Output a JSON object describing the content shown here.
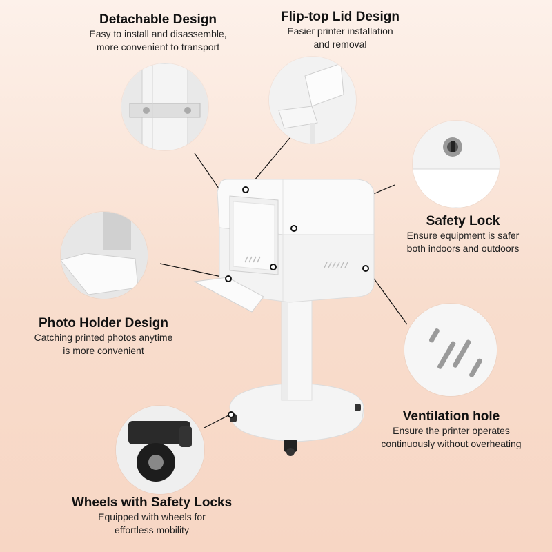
{
  "features": {
    "detachable": {
      "title": "Detachable Design",
      "desc_line1": "Easy to install and disassemble,",
      "desc_line2": "more convenient to transport"
    },
    "fliptop": {
      "title": "Flip-top Lid Design",
      "desc_line1": "Easier printer installation",
      "desc_line2": "and removal"
    },
    "safety_lock": {
      "title": "Safety Lock",
      "desc_line1": "Ensure equipment is safer",
      "desc_line2": "both indoors and outdoors"
    },
    "photo_holder": {
      "title": "Photo Holder Design",
      "desc_line1": "Catching printed photos anytime",
      "desc_line2": "is more convenient"
    },
    "ventilation": {
      "title": "Ventilation hole",
      "desc_line1": "Ensure the printer operates",
      "desc_line2": "continuously without overheating"
    },
    "wheels": {
      "title": "Wheels with Safety Locks",
      "desc_line1": "Equipped with wheels for",
      "desc_line2": "effortless mobility"
    }
  },
  "colors": {
    "background_top": "#fdf1ea",
    "background_bottom": "#f7d6c4",
    "product_white": "#f6f6f6",
    "marker": "#111111"
  },
  "icons": [
    "detachable-bracket-closeup",
    "flip-lid-closeup",
    "lock-closeup",
    "photo-tray-closeup",
    "vent-slots-closeup",
    "caster-wheel-closeup"
  ]
}
